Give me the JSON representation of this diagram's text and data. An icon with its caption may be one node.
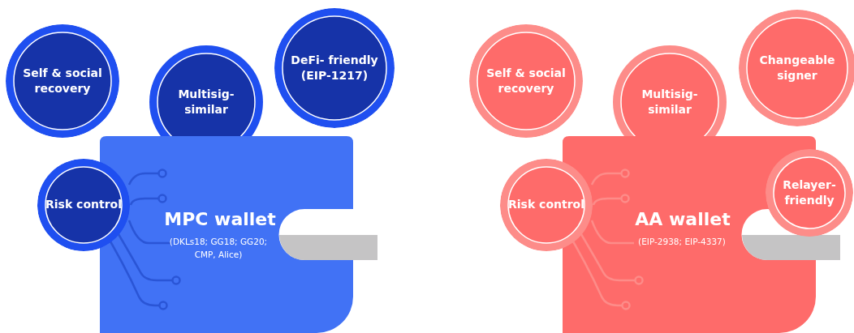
{
  "diagram": {
    "nodes": [
      {
        "text": [
          "Self & social recovery"
        ]
      },
      {
        "text": [
          "Multisig-similar"
        ]
      },
      {
        "text": [
          "DeFi- friendly (EIP-1217)"
        ]
      },
      {
        "text": [
          "MPC wallet",
          "(DKLs18; GG18; GG20; CMP, Alice)"
        ]
      },
      {
        "text": [
          "Risk control"
        ]
      },
      {
        "text": [
          "Self & social recovery"
        ]
      },
      {
        "text": [
          "Multisig-similar"
        ]
      },
      {
        "text": [
          "Changeable signer"
        ]
      },
      {
        "text": [
          "AA wallet",
          "(EIP-2938; EIP-4337)"
        ]
      },
      {
        "text": [
          "Risk control"
        ]
      },
      {
        "text": [
          "Relayer-friendly"
        ]
      }
    ]
  }
}
